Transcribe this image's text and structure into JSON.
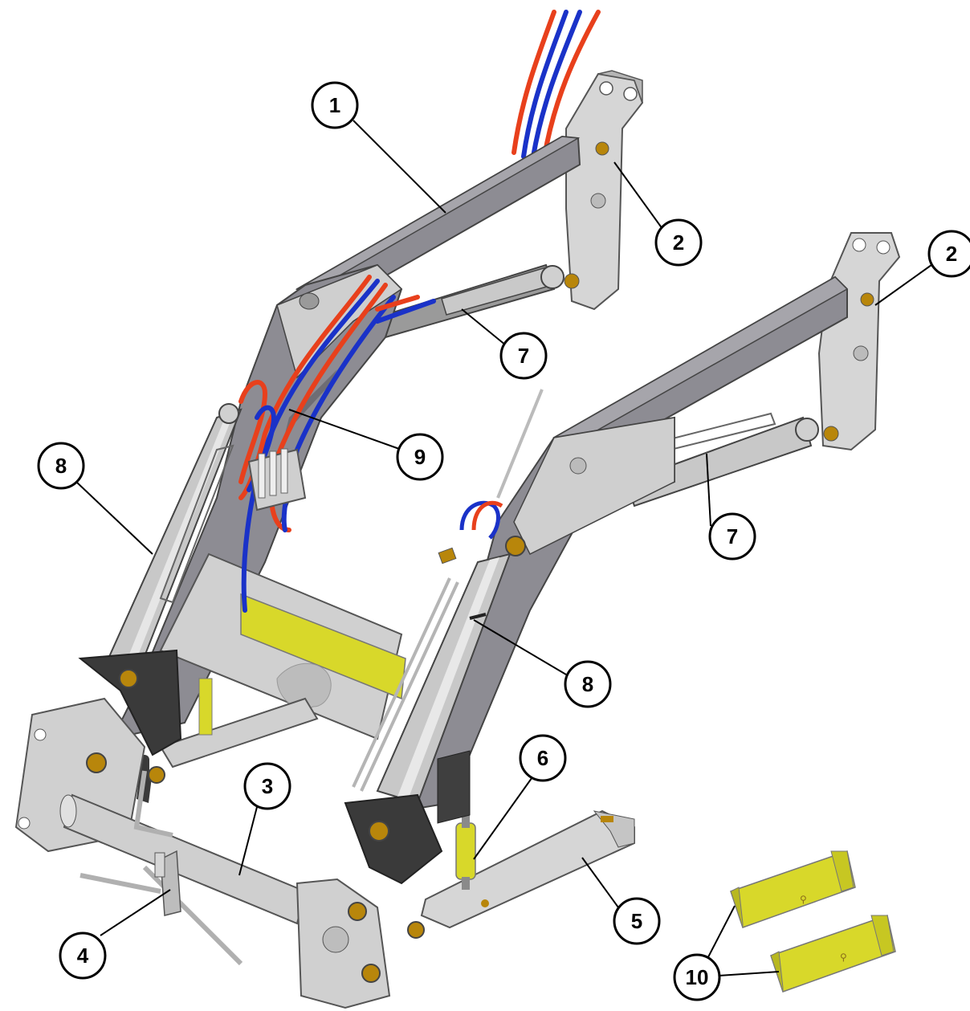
{
  "callouts": {
    "c1": "1",
    "c2a": "2",
    "c2b": "2",
    "c3": "3",
    "c4": "4",
    "c5": "5",
    "c6": "6",
    "c7a": "7",
    "c7b": "7",
    "c8a": "8",
    "c8b": "8",
    "c9": "9",
    "c10": "10"
  },
  "colors": {
    "steel": "#8d8c93",
    "steel_dark": "#6e6d74",
    "plate": "#d6d6d6",
    "plate_dark": "#a9a9a9",
    "hose_red": "#e8401c",
    "hose_blue": "#1a32c8",
    "yellow": "#d8d82a",
    "brass": "#b8860b",
    "black_part": "#3a3a3a"
  }
}
